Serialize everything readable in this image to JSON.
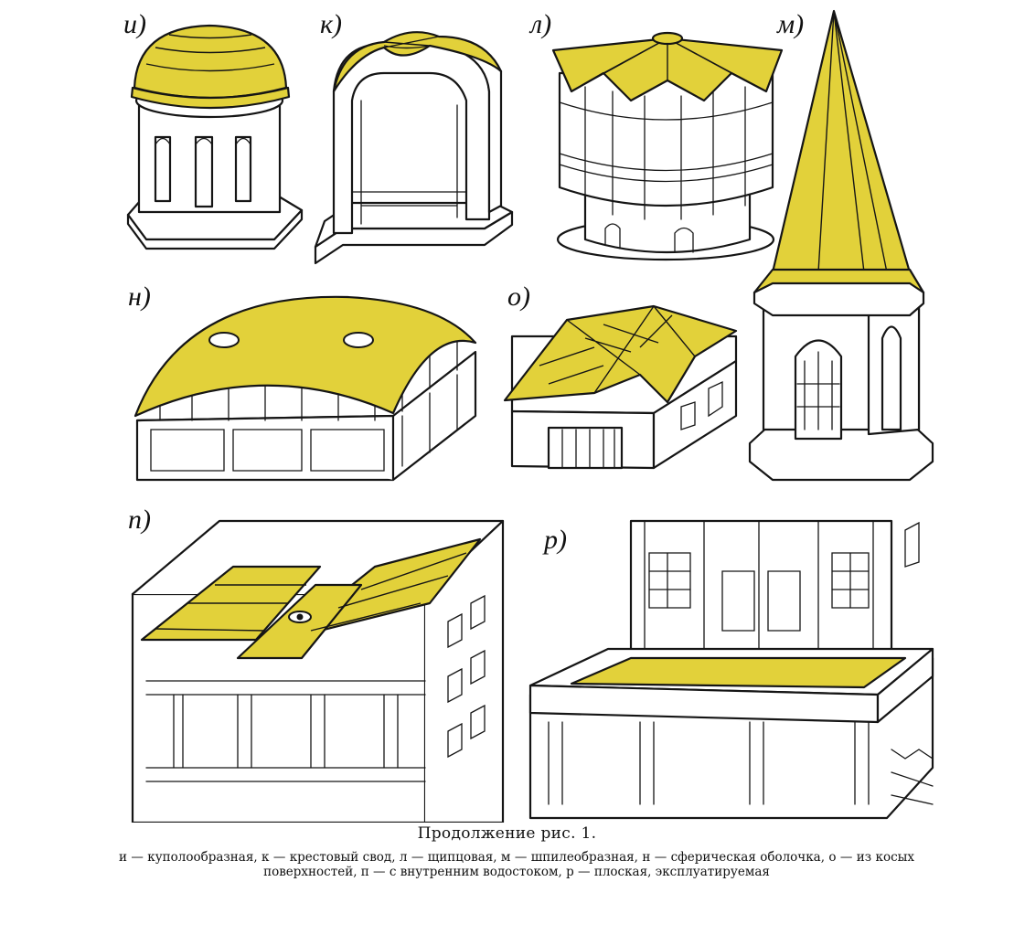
{
  "labels": {
    "i": "и)",
    "k": "к)",
    "l": "л)",
    "m": "м)",
    "n": "н)",
    "o": "о)",
    "p": "п)",
    "r": "р)"
  },
  "caption": {
    "title": "Продолжение рис. 1.",
    "text": "и — куполообразная, к — крестовый свод, л — щипцовая, м — шпилеобразная, н — сферическая оболочка, о — из косых поверхностей, п — с внутренним водостоком, р — плоская, эксплуатируемая"
  },
  "colors": {
    "roof_highlight": "#e2d13a",
    "ink": "#151515",
    "paper": "#ffffff"
  }
}
